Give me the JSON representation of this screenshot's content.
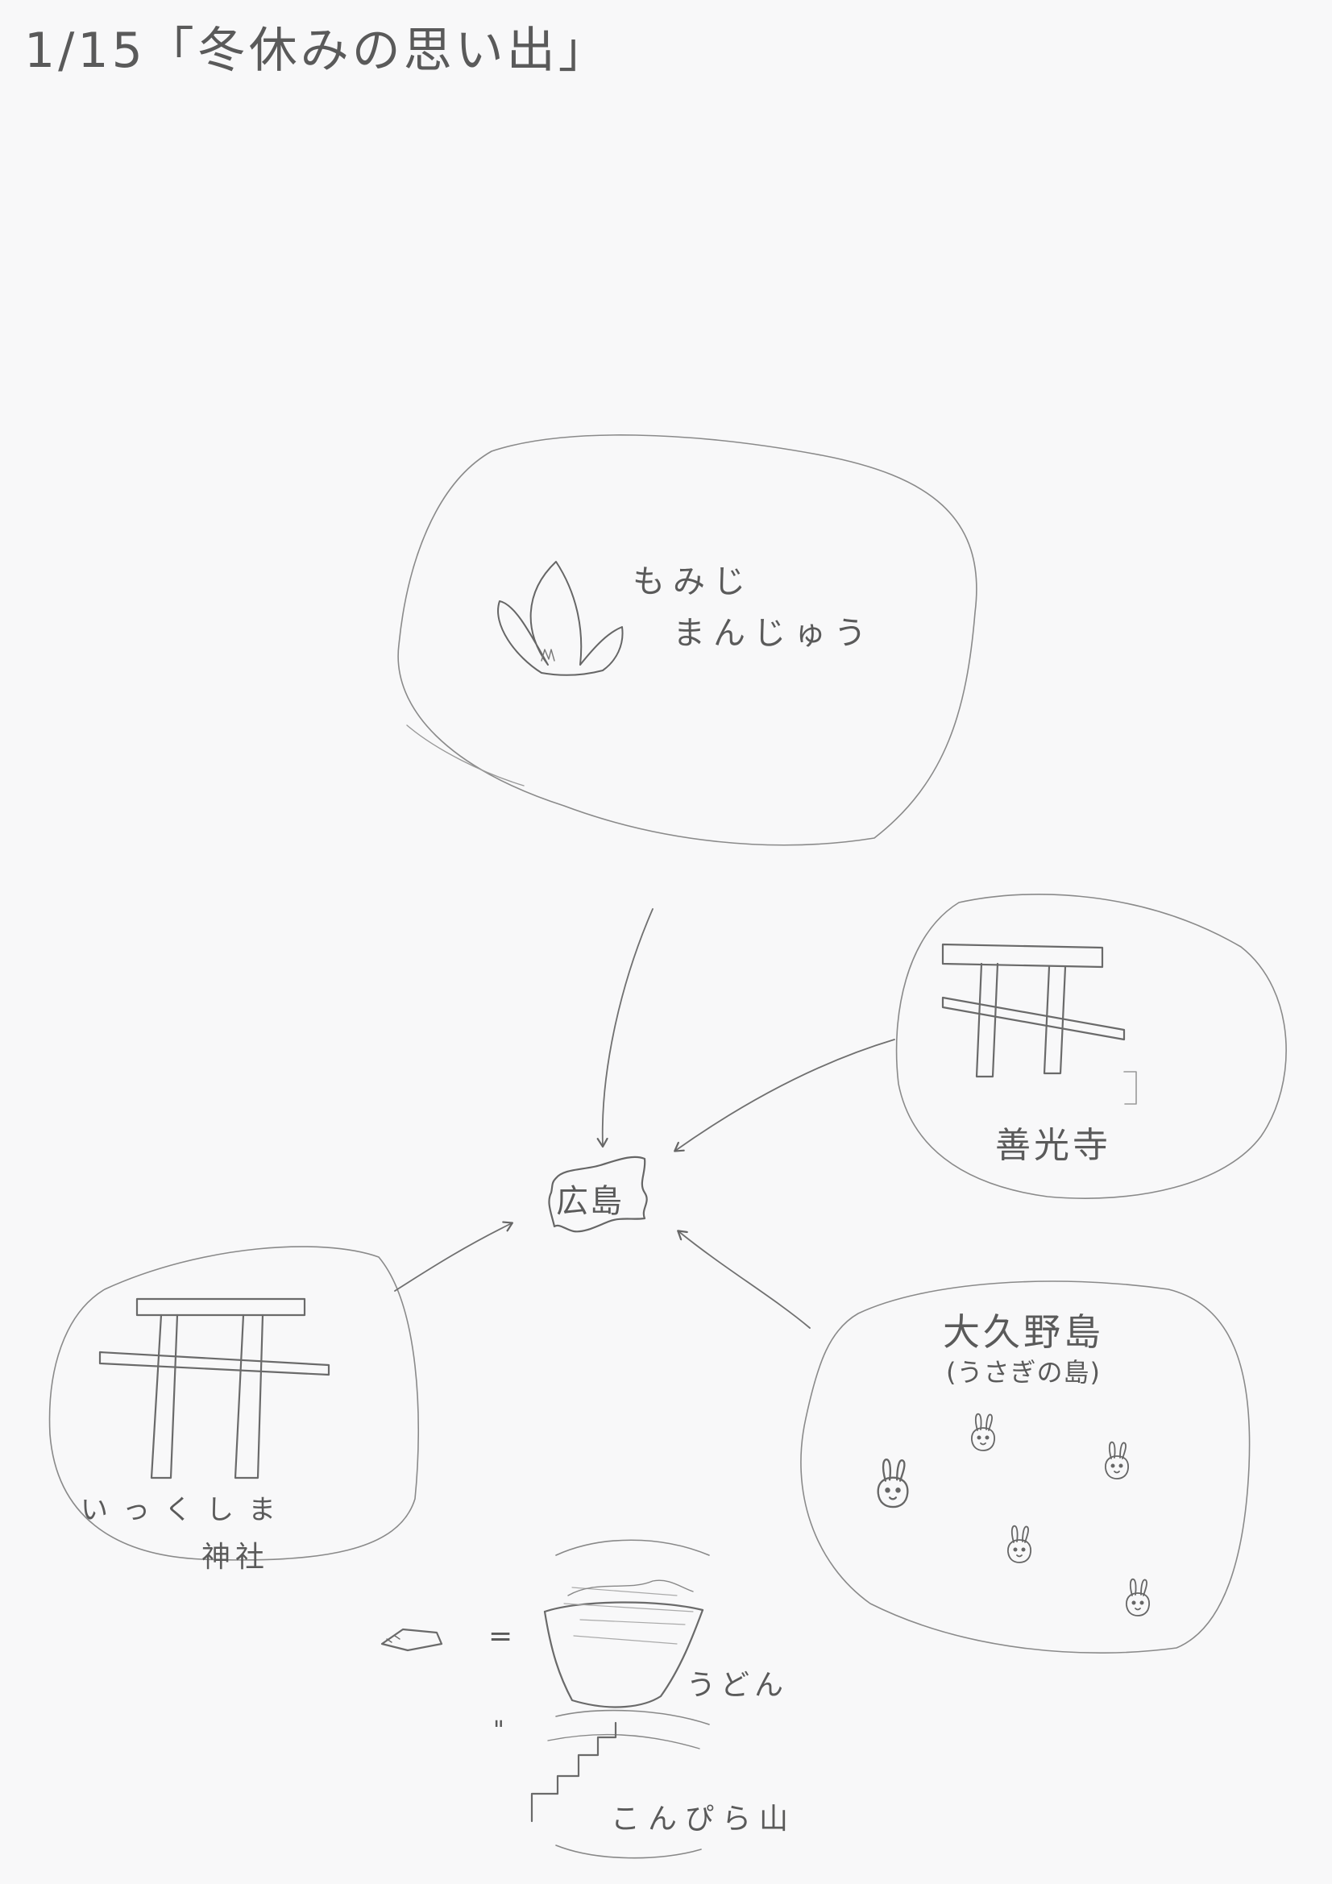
{
  "title": "1/15「冬休みの思い出」",
  "center": {
    "label": "広島"
  },
  "bubbles": {
    "momiji": {
      "line1": "もみじ",
      "line2": "まんじゅう",
      "icon": "maple-leaf-icon"
    },
    "zenkoji": {
      "label": "善光寺",
      "icon": "torii-icon"
    },
    "okunoshima": {
      "line1": "大久野島",
      "line2": "(うさぎの島)",
      "icon": "rabbit-icon"
    },
    "itsukushima": {
      "line1": "いっくしま",
      "line2": "神社",
      "icon": "torii-icon"
    }
  },
  "bottom": {
    "equals": "=",
    "udon": "うどん",
    "ditto": "\"",
    "kompira": "こんぴら山",
    "icons": [
      "ticket-icon",
      "udon-bowl-icon",
      "stairs-icon"
    ]
  },
  "colors": {
    "pencil": "#5a5a5a",
    "paper": "#f8f8f9"
  }
}
